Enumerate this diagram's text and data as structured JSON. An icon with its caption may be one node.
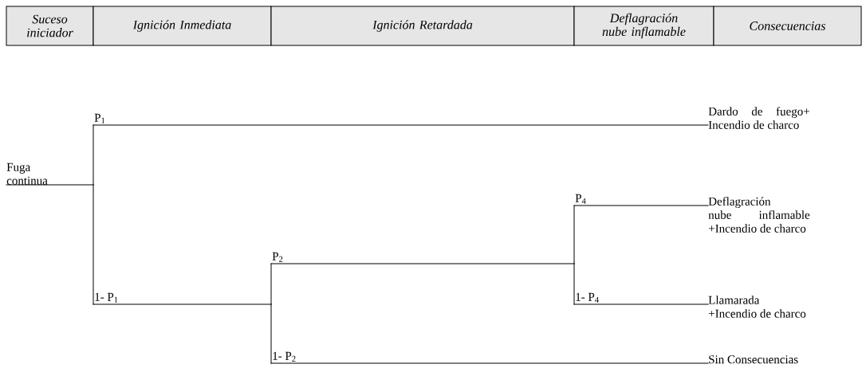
{
  "diagram": {
    "nodes": [
      {
        "text": [
          "Suceso iniciador"
        ]
      },
      {
        "text": [
          "Ignición Inmediata"
        ]
      },
      {
        "text": [
          "Ignición Retardada"
        ]
      },
      {
        "text": [
          "Deflagración nube inflamable"
        ]
      },
      {
        "text": [
          "Consecuencias"
        ]
      },
      {
        "text": [
          "Fuga continua"
        ]
      },
      {
        "text": [
          "Dardo de fuego+ Incendio de charco"
        ]
      },
      {
        "text": [
          "Deflagración nube inflamable +Incendio de charco"
        ]
      },
      {
        "text": [
          "Llamarada +Incendio de charco"
        ]
      },
      {
        "text": [
          "Sin Consecuencias"
        ]
      }
    ],
    "edges": [
      {
        "from": 5,
        "to": 6,
        "arrow": "none"
      },
      {
        "from": 5,
        "to": 7,
        "arrow": "none"
      },
      {
        "from": 5,
        "to": 8,
        "arrow": "none"
      },
      {
        "from": 5,
        "to": 9,
        "arrow": "none"
      }
    ],
    "labels": [
      "P$_{1}$",
      "1- P$_{1}$",
      "P$_{2}$",
      "1- P$_{2}$",
      "P$_{4}$",
      "1- P$_{4}$"
    ]
  }
}
